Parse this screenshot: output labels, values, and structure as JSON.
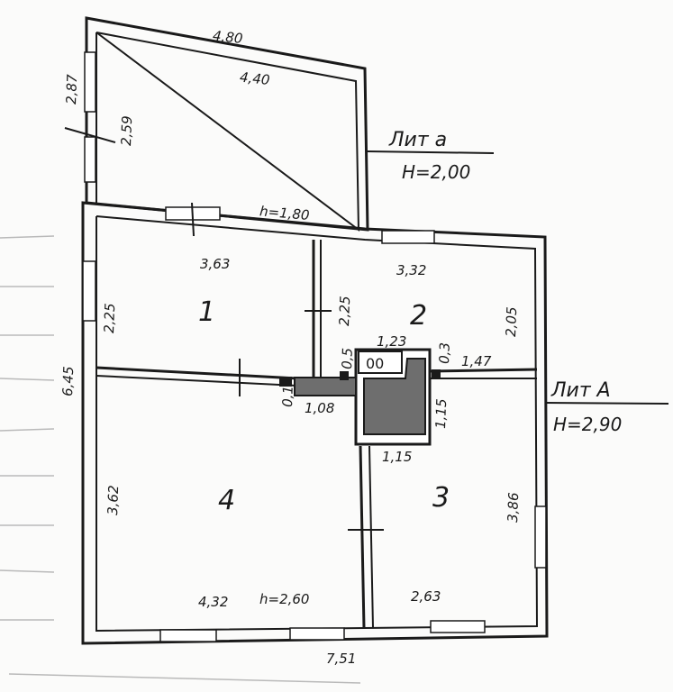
{
  "plan": {
    "outer_width": "7,51",
    "total_height": "6,45",
    "annex": {
      "top_outer": "4,80",
      "top_inner": "4,40",
      "left_outer": "2,87",
      "left_inner": "2,59",
      "height_label": "h=1,80",
      "lit_label": "Лит а",
      "lit_height": "H=2,00"
    },
    "main": {
      "lit_label": "Лит А",
      "lit_height": "H=2,90",
      "height_label": "h=2,60"
    },
    "rooms": [
      {
        "number": "1",
        "width": "3,63",
        "depth": "2,25",
        "depth_right": "2,25"
      },
      {
        "number": "2",
        "width": "3,32",
        "depth": "2,05"
      },
      {
        "number": "3",
        "width": "2,63",
        "depth": "3,86",
        "top": "1,47"
      },
      {
        "number": "4",
        "width": "4,32",
        "depth": "3,62"
      }
    ],
    "stove": {
      "width": "1,23",
      "wall_left": "0,5",
      "wall_right": "0,3",
      "side": "1,15",
      "bottom": "1,15",
      "passage": "1,08",
      "passage_small": "0,1",
      "symbol": "00"
    }
  }
}
